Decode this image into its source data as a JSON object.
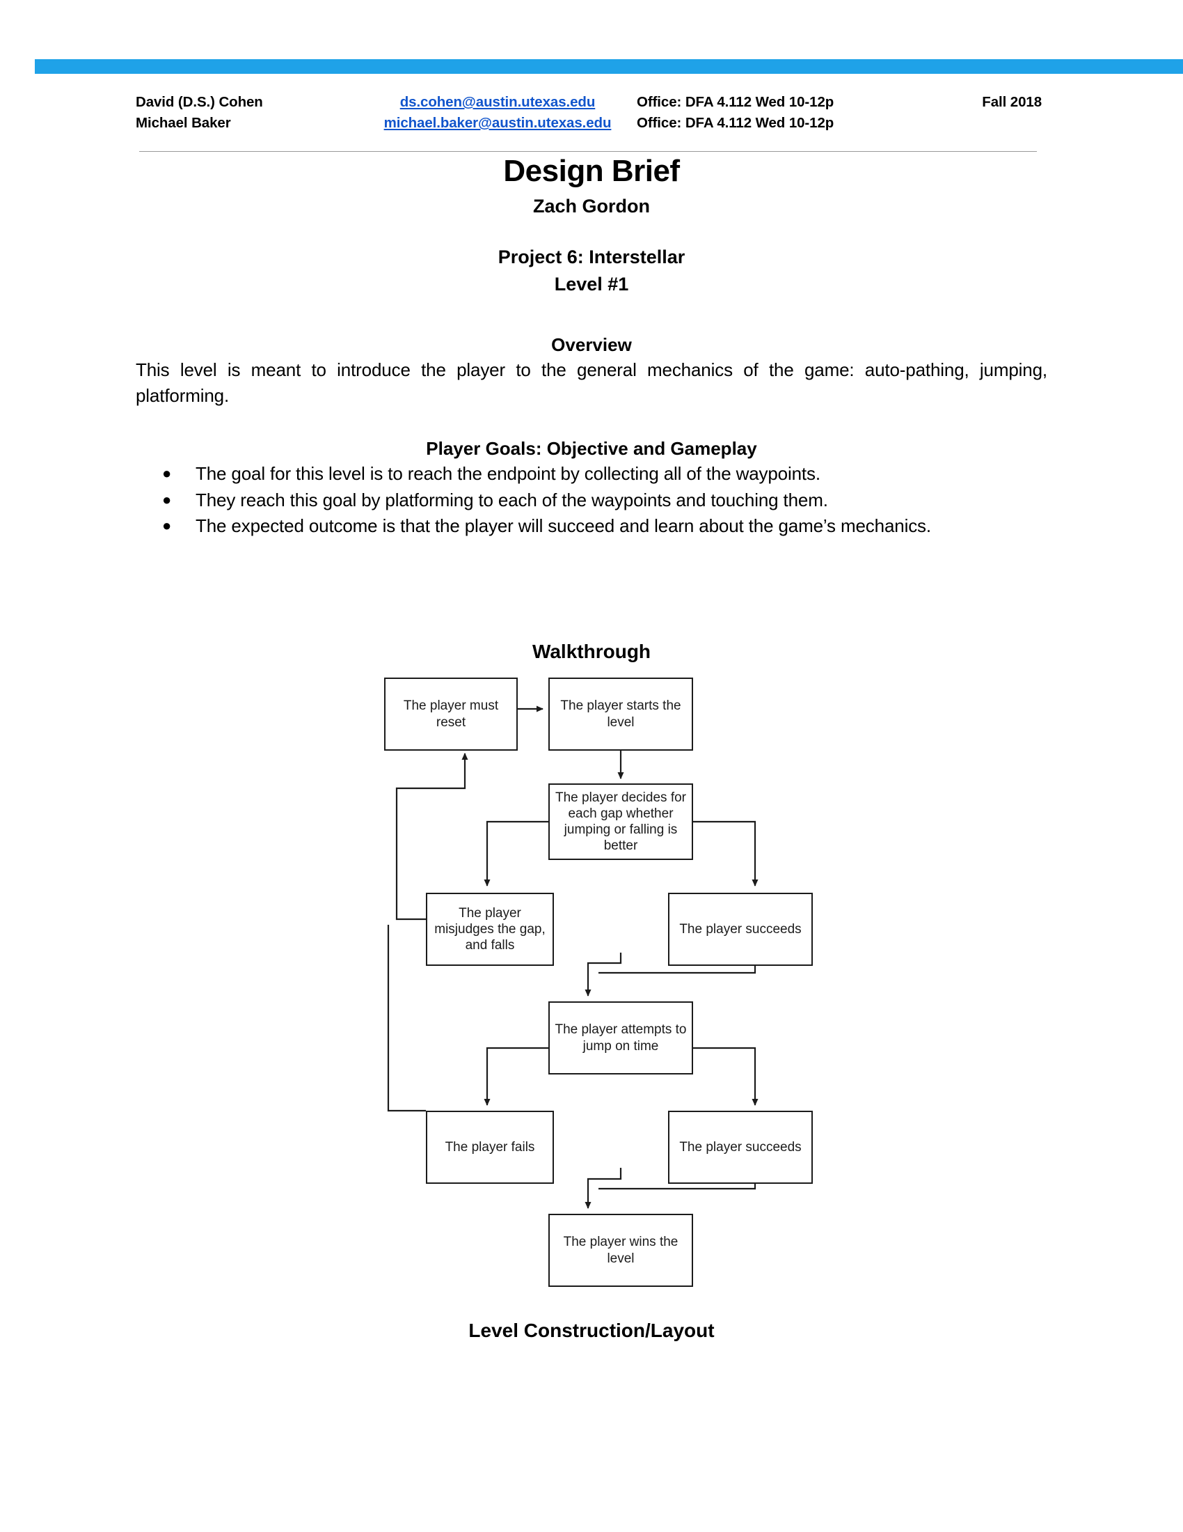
{
  "header": {
    "rows": [
      {
        "name": "David (D.S.) Cohen",
        "email": "ds.cohen@austin.utexas.edu",
        "office": "Office: DFA 4.112 Wed 10-12p",
        "term": "Fall 2018"
      },
      {
        "name": "Michael Baker",
        "email": "michael.baker@austin.utexas.edu",
        "office": "Office: DFA 4.112 Wed 10-12p",
        "term": ""
      }
    ]
  },
  "title": {
    "main": "Design Brief",
    "author": "Zach Gordon",
    "project": "Project 6: Interstellar",
    "level": "Level #1"
  },
  "overview": {
    "heading": "Overview",
    "body": "This level is meant to introduce the player to the general mechanics of the game: auto-pathing, jumping, platforming."
  },
  "player_goals": {
    "heading": "Player Goals: Objective and Gameplay",
    "bullet_glyph": "●",
    "items": [
      "The goal for this level is to reach the endpoint by collecting all of the waypoints.",
      "They reach this goal by platforming to each of the waypoints and touching them.",
      "The expected outcome is that the player will succeed and learn about the game’s mechanics."
    ]
  },
  "walkthrough": {
    "heading": "Walkthrough",
    "nodes": [
      {
        "id": "reset",
        "label": "The player must reset"
      },
      {
        "id": "start",
        "label": "The player starts the level"
      },
      {
        "id": "decide",
        "label": "The player decides for each gap whether jumping or falling is better"
      },
      {
        "id": "misjudge",
        "label": "The player misjudges the gap, and falls"
      },
      {
        "id": "succeed1",
        "label": "The player succeeds"
      },
      {
        "id": "attempt",
        "label": "The player attempts to jump on time"
      },
      {
        "id": "fails",
        "label": "The player fails"
      },
      {
        "id": "succeed2",
        "label": "The player succeeds"
      },
      {
        "id": "wins",
        "label": "The player wins the level"
      }
    ],
    "edges": [
      {
        "from": "reset",
        "to": "start"
      },
      {
        "from": "start",
        "to": "decide"
      },
      {
        "from": "decide",
        "to": "misjudge"
      },
      {
        "from": "decide",
        "to": "succeed1"
      },
      {
        "from": "misjudge",
        "to": "reset"
      },
      {
        "from": "misjudge",
        "to": "attempt"
      },
      {
        "from": "succeed1",
        "to": "attempt"
      },
      {
        "from": "attempt",
        "to": "fails"
      },
      {
        "from": "attempt",
        "to": "succeed2"
      },
      {
        "from": "fails",
        "to": "reset"
      },
      {
        "from": "succeed2",
        "to": "wins"
      }
    ]
  },
  "level_construction": {
    "heading": "Level Construction/Layout"
  },
  "colors": {
    "accent_bar": "#1FA2E8",
    "link": "#1155CC",
    "text": "#000000",
    "diagram_stroke": "#1b1b1b"
  }
}
